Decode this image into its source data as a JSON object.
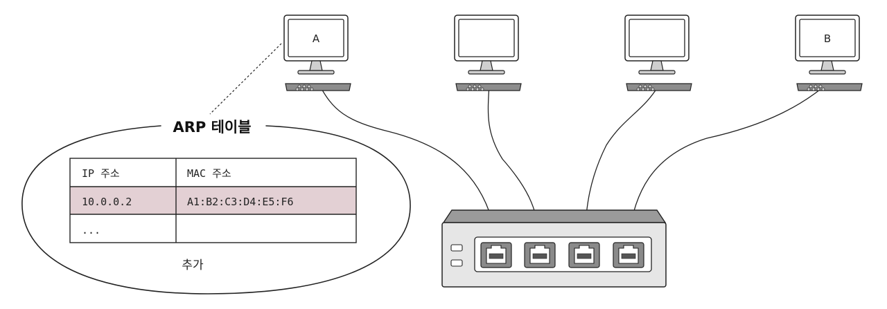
{
  "computers": [
    {
      "id": "pc-a",
      "label": "A"
    },
    {
      "id": "pc-2",
      "label": ""
    },
    {
      "id": "pc-3",
      "label": ""
    },
    {
      "id": "pc-b",
      "label": "B"
    }
  ],
  "arp_table": {
    "title": "ARP 테이블",
    "headers": [
      "IP 주소",
      "MAC 주소"
    ],
    "rows": [
      [
        "10.0.0.2",
        "A1:B2:C3:D4:E5:F6"
      ],
      [
        "...",
        ""
      ]
    ],
    "caption": "추가",
    "highlight_color": "#e3d0d4"
  },
  "switch": {
    "port_count": 4,
    "body_color": "#e6e6e6",
    "top_color": "#9a9a9a"
  }
}
